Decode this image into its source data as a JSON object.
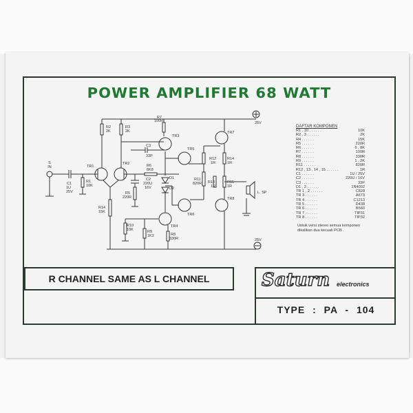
{
  "title": "POWER AMPLIFIER 68 WATT",
  "schematic": {
    "supply_top": "25V",
    "supply_bottom": "25V",
    "input_label": "S\nIN",
    "speaker_label": "L. SP",
    "labels": {
      "r1": "R1\n10K",
      "c1": "C1\n1U\n25V",
      "r2": "R2\n2K",
      "r3": "R3\n2K",
      "tr1": "TR1",
      "tr2": "TR2",
      "r7": "R7\n100R",
      "tr3": "TR3",
      "c3": "C3\n33P",
      "r6": "R6\n6K8",
      "c2": "C2\n220U\n16V",
      "r5": "R5\n220R",
      "d1": "D1",
      "d2": "D2",
      "tr5": "TR5",
      "tr7": "TR7",
      "r12": "R12\n1R",
      "r14": "R14\n1R",
      "r11": "R11\n820R",
      "r13": "R13\n1R",
      "r15": "R15\n1R",
      "tr6": "TR6",
      "tr8": "TR8",
      "r4": "R14\n15K",
      "r10": "R10\n10K",
      "r9": "R9\n1K2",
      "tr4": "TR4",
      "r8": "R8\n330R"
    }
  },
  "bom_title": "DAFTAR KOMPONEN",
  "bom": [
    {
      "k": "R1 , 10",
      "v": "10K"
    },
    {
      "k": "R2 , 3",
      "v": "2K"
    },
    {
      "k": "R4",
      "v": "15K"
    },
    {
      "k": "R5",
      "v": "220R"
    },
    {
      "k": "R6",
      "v": "6 , 8K"
    },
    {
      "k": "R7",
      "v": "100R"
    },
    {
      "k": "R8",
      "v": "330R"
    },
    {
      "k": "R9",
      "v": "1 , 2K"
    },
    {
      "k": "R11",
      "v": "820R"
    },
    {
      "k": "R12 , 13 , 14 , 15",
      "v": "1R"
    },
    {
      "k": "C1",
      "v": "1U / 25V"
    },
    {
      "k": "C2",
      "v": "220U / 16V"
    },
    {
      "k": "C3",
      "v": "33P"
    },
    {
      "k": "D1 , 2",
      "v": "1N4002"
    },
    {
      "k": "TR 1 , 2",
      "v": "C828"
    },
    {
      "k": "TR 3",
      "v": "A673"
    },
    {
      "k": "TR 4",
      "v": "C1213"
    },
    {
      "k": "TR 5",
      "v": "D438"
    },
    {
      "k": "TR 6",
      "v": "B560"
    },
    {
      "k": "TR 7",
      "v": "TIP31"
    },
    {
      "k": "TR 8",
      "v": "TIP32"
    }
  ],
  "note": "Untuk versi stereo semua komponen dikalikan dua kecuali PCB .",
  "r_channel": "R CHANNEL SAME AS L CHANNEL",
  "brand": "Saturn",
  "brand_sub": "electronics",
  "type_label": "TYPE : PA - 104"
}
